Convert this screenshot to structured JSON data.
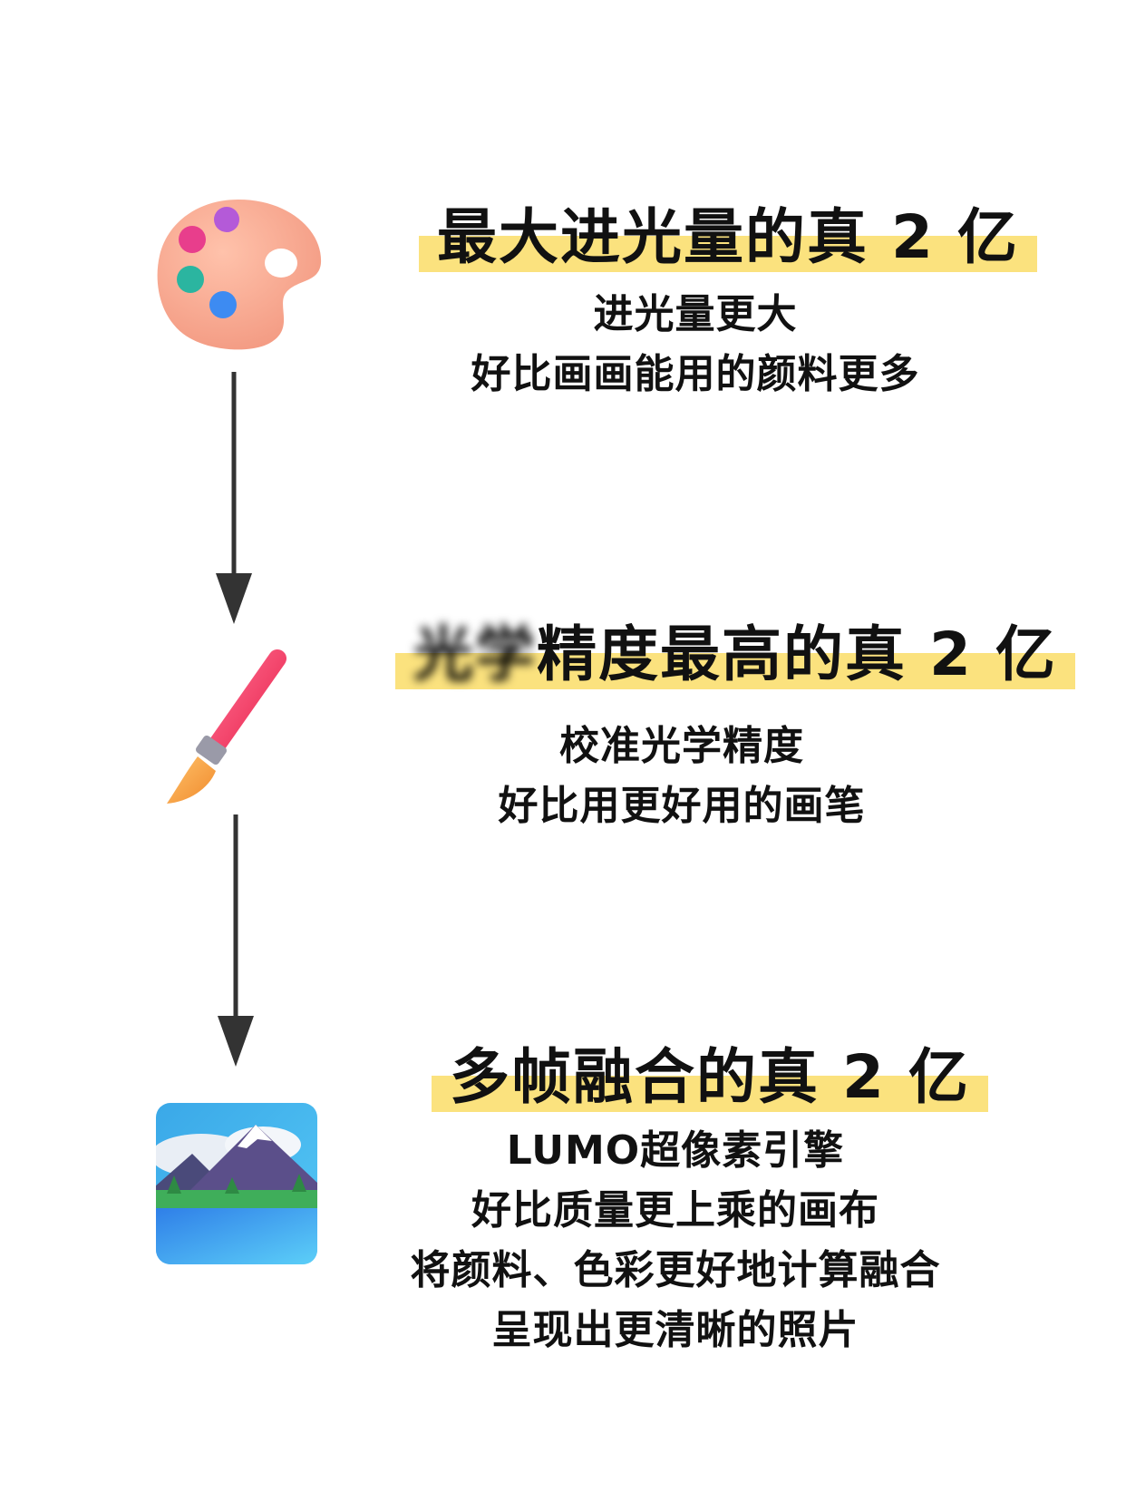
{
  "colors": {
    "highlight": "#fbe27e",
    "text": "#111111",
    "arrow": "#333333"
  },
  "sections": [
    {
      "icon": "artist-palette-icon",
      "heading": "最大进光量的真 2 亿",
      "lines": [
        "进光量更大",
        "好比画画能用的颜料更多"
      ]
    },
    {
      "icon": "paintbrush-icon",
      "heading_obscured": "光学",
      "heading": "精度最高的真 2 亿",
      "lines": [
        "校准光学精度",
        "好比用更好用的画笔"
      ]
    },
    {
      "icon": "framed-landscape-picture-icon",
      "heading": "多帧融合的真 2 亿",
      "lines": [
        "LUMO超像素引擎",
        "好比质量更上乘的画布",
        "将颜料、色彩更好地计算融合",
        "呈现出更清晰的照片"
      ]
    }
  ]
}
